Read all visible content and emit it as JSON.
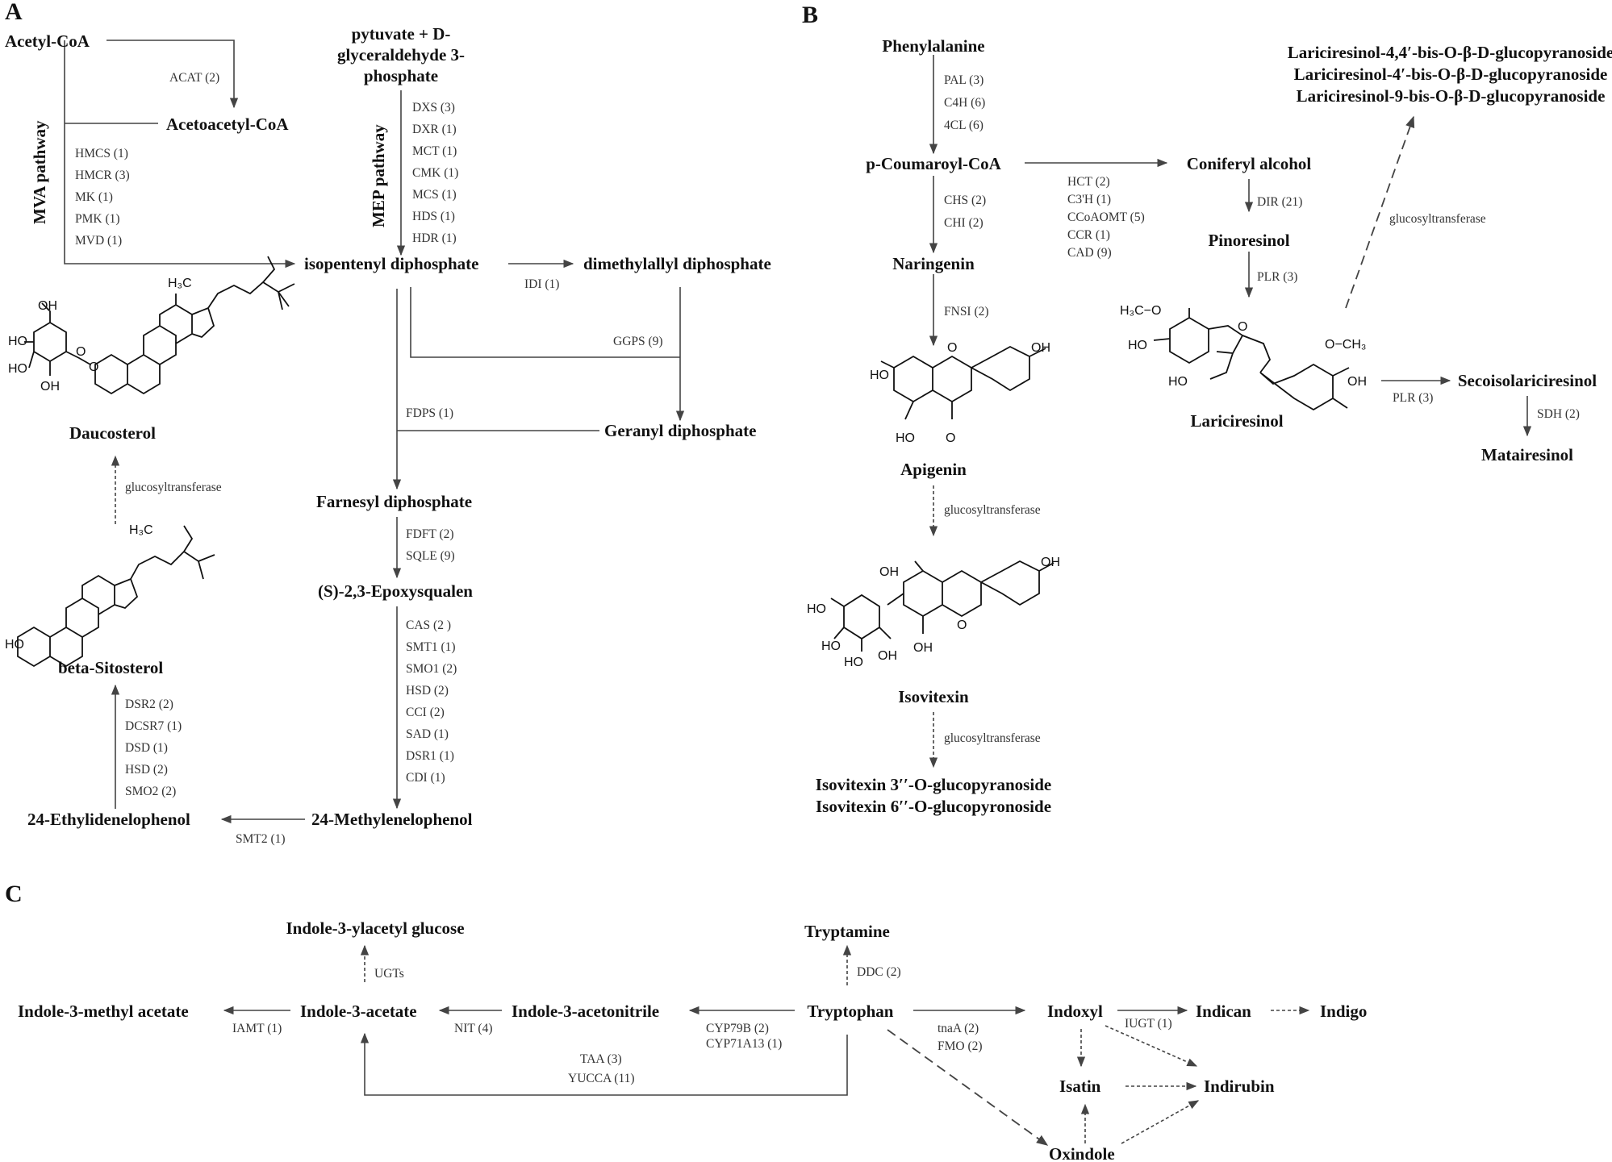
{
  "panels": {
    "a": "A",
    "b": "B",
    "c": "C"
  },
  "panel_a": {
    "compounds": {
      "acetyl_coa": "Acetyl-CoA",
      "acetoacetyl_coa": "Acetoacetyl-CoA",
      "pyruvate_l1": "pytuvate + D-",
      "pyruvate_l2": "glyceraldehyde 3-",
      "pyruvate_l3": "phosphate",
      "ipp": "isopentenyl diphosphate",
      "dmapp": "dimethylallyl diphosphate",
      "gpp": "Geranyl diphosphate",
      "fpp": "Farnesyl diphosphate",
      "epoxysqualen": "(S)-2,3-Epoxysqualen",
      "methylenelophenol": "24-Methylenelophenol",
      "ethylidenelophenol": "24-Ethylidenelophenol",
      "sitosterol": "beta-Sitosterol",
      "daucosterol": "Daucosterol"
    },
    "pathways": {
      "mva": "MVA pathway",
      "mep": "MEP pathway"
    },
    "enzymes": {
      "acat": "ACAT (2)",
      "mva": [
        "HMCS (1)",
        "HMCR (3)",
        "MK (1)",
        "PMK (1)",
        "MVD (1)"
      ],
      "mep": [
        "DXS (3)",
        "DXR (1)",
        "MCT (1)",
        "CMK (1)",
        "MCS (1)",
        "HDS (1)",
        "HDR (1)"
      ],
      "idi": "IDI (1)",
      "ggps": "GGPS (9)",
      "fdps": "FDPS (1)",
      "fdft": "FDFT (2)",
      "sqle": "SQLE (9)",
      "sterol": [
        "CAS (2 )",
        "SMT1 (1)",
        "SMO1 (2)",
        "HSD (2)",
        "CCI (2)",
        "SAD (1)",
        "DSR1 (1)",
        "CDI (1)"
      ],
      "smt2": "SMT2 (1)",
      "sito": [
        "DSR2 (2)",
        "DCSR7 (1)",
        "DSD (1)",
        "HSD (2)",
        "SMO2 (2)"
      ],
      "glucosyltransferase": "glucosyltransferase"
    },
    "atoms": {
      "oh": "OH",
      "ho": "HO",
      "o": "O",
      "h3c": "H₃C"
    }
  },
  "panel_b": {
    "compounds": {
      "phenylalanine": "Phenylalanine",
      "coumaroyl": "p-Coumaroyl-CoA",
      "naringenin": "Naringenin",
      "apigenin": "Apigenin",
      "isovitexin": "Isovitexin",
      "isovitexin_3": "Isovitexin 3′′-O-glucopyranoside",
      "isovitexin_6": "Isovitexin 6′′-O-glucopyronoside",
      "coniferyl": "Coniferyl alcohol",
      "pinoresinol": "Pinoresinol",
      "lariciresinol": "Lariciresinol",
      "secoiso": "Secoisolariciresinol",
      "matairesinol": "Matairesinol",
      "lari_1": "Lariciresinol-4,4′-bis-O-β-D-glucopyranoside",
      "lari_2": "Lariciresinol-4′-bis-O-β-D-glucopyranoside",
      "lari_3": "Lariciresinol-9-bis-O-β-D-glucopyranoside"
    },
    "enzymes": {
      "phe": [
        "PAL (3)",
        "C4H (6)",
        "4CL (6)"
      ],
      "nar": [
        "CHS (2)",
        "CHI (2)"
      ],
      "fnsi": "FNSI (2)",
      "glucosyltransferase": "glucosyltransferase",
      "con": [
        "HCT (2)",
        "C3'H (1)",
        "CCoAOMT (5)",
        "CCR (1)",
        "CAD (9)"
      ],
      "dir": "DIR (21)",
      "plr": "PLR (3)",
      "sdh": "SDH (2)"
    },
    "atoms": {
      "oh": "OH",
      "ho": "HO",
      "o": "O",
      "h3co": "H₃C−O",
      "och3": "O−CH₃"
    }
  },
  "panel_c": {
    "compounds": {
      "glucose": "Indole-3-ylacetyl glucose",
      "methyl_acetate": "Indole-3-methyl acetate",
      "iaa": "Indole-3-acetate",
      "acetonitrile": "Indole-3-acetonitrile",
      "tryptophan": "Tryptophan",
      "tryptamine": "Tryptamine",
      "indoxyl": "Indoxyl",
      "indican": "Indican",
      "indigo": "Indigo",
      "isatin": "Isatin",
      "indirubin": "Indirubin",
      "oxindole": "Oxindole"
    },
    "enzymes": {
      "ugts": "UGTs",
      "iamt": "IAMT (1)",
      "nit": "NIT (4)",
      "cyp": [
        "CYP79B (2)",
        "CYP71A13 (1)"
      ],
      "taa": "TAA (3)",
      "yucca": "YUCCA (11)",
      "ddc": "DDC (2)",
      "tnaa": "tnaA (2)",
      "fmo": "FMO (2)",
      "iugt": "IUGT (1)"
    }
  }
}
